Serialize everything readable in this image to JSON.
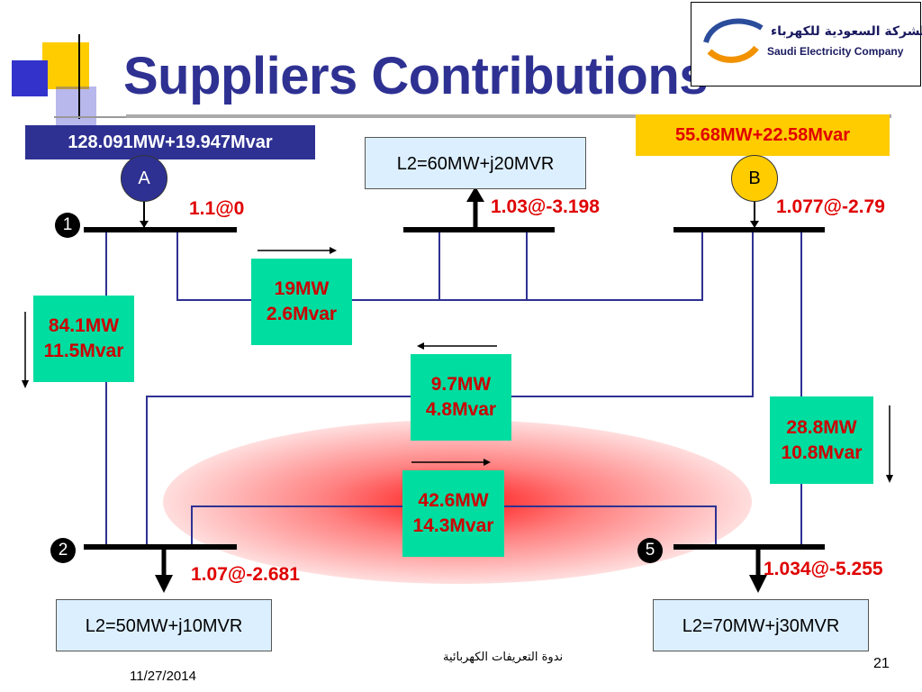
{
  "slide": {
    "title": "Suppliers Contributions",
    "date": "11/27/2014",
    "footer_arabic": "ندوة التعريفات الكهربائية",
    "page_number": "21"
  },
  "logo": {
    "arabic": "الشركة السعودية للكهرباء",
    "english": "Saudi Electricity Company"
  },
  "generators": [
    {
      "id": "A",
      "output": "128.091MW+19.947Mvar"
    },
    {
      "id": "B",
      "output": "55.68MW+22.58Mvar"
    }
  ],
  "buses": [
    {
      "number": "1",
      "voltage": "1.1@0"
    },
    {
      "number": "",
      "voltage": "1.03@-3.198"
    },
    {
      "number": "",
      "voltage": "1.077@-2.79"
    },
    {
      "number": "2",
      "voltage": "1.07@-2.681"
    },
    {
      "number": "5",
      "voltage": "1.034@-5.255"
    }
  ],
  "loads": {
    "top": "L2=60MW+j20MVR",
    "bus2": "L2=50MW+j10MVR",
    "bus5": "L2=70MW+j30MVR"
  },
  "flows": [
    {
      "mw": "19MW",
      "mvar": "2.6Mvar"
    },
    {
      "mw": "84.1MW",
      "mvar": "11.5Mvar"
    },
    {
      "mw": "9.7MW",
      "mvar": "4.8Mvar"
    },
    {
      "mw": "28.8MW",
      "mvar": "10.8Mvar"
    },
    {
      "mw": "42.6MW",
      "mvar": "14.3Mvar"
    }
  ],
  "colors": {
    "title": "#2e3192",
    "line": "#2e3192",
    "flow_box": "#00dda0",
    "flow_text": "#cc0000",
    "highlight": "#ff3030",
    "gen_b_box": "#ffcc00",
    "load_box": "#dcefff"
  }
}
